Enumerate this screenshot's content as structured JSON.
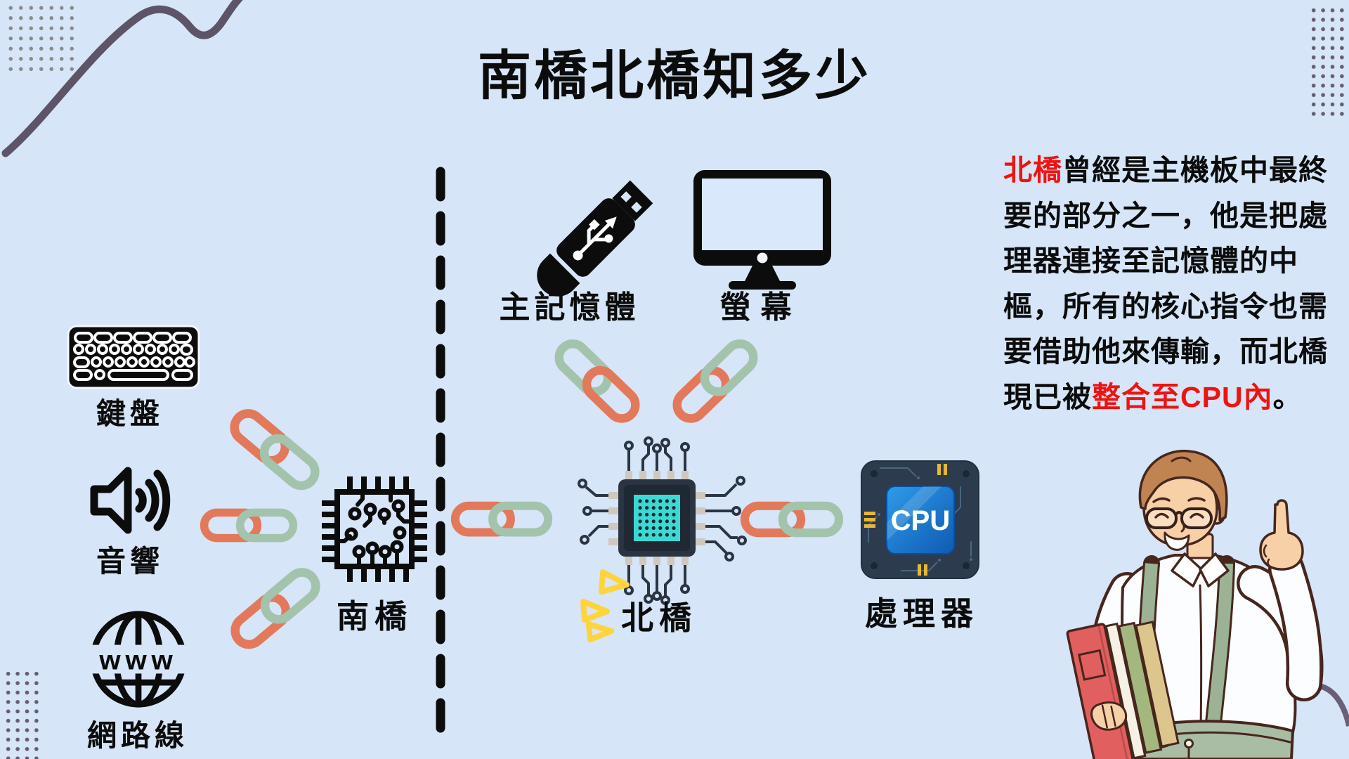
{
  "title": "南橋北橋知多少",
  "left_column": {
    "keyboard_label": "鍵盤",
    "speaker_label": "音響",
    "network_label": "網路線",
    "globe_text": "www"
  },
  "bridges": {
    "southbridge_label": "南橋",
    "northbridge_label": "北橋"
  },
  "right_column": {
    "memory_label": "主記憶體",
    "monitor_label": "螢幕",
    "cpu_label": "處理器",
    "cpu_chip_text": "CPU"
  },
  "description": {
    "lines": [
      {
        "pre": "",
        "red": "北橋",
        "post": "曾經是主機板中最終"
      },
      {
        "pre": "要的部分之一，他是把處",
        "red": "",
        "post": ""
      },
      {
        "pre": "理器連接至記憶體的中",
        "red": "",
        "post": ""
      },
      {
        "pre": "樞，所有的核心指令也需",
        "red": "",
        "post": ""
      },
      {
        "pre": "要借助他來傳輸，而北橋",
        "red": "",
        "post": ""
      },
      {
        "pre": "現已被",
        "red": "整合至CPU內",
        "post": "。"
      }
    ]
  },
  "colors": {
    "background": "#d6e5f8",
    "text_black": "#0c0c0c",
    "accent_red": "#ee1310",
    "chain_orange": "#e2795b",
    "chain_green": "#a4c3ad",
    "sparkle_yellow": "#ffd43b",
    "dot_gray": "#8b8b8b",
    "dot_purple": "#675d72",
    "squiggle_purple": "#5d5468",
    "northbridge_cyan": "#3bd9d4",
    "cpu_blue": "#1c7fd6"
  }
}
